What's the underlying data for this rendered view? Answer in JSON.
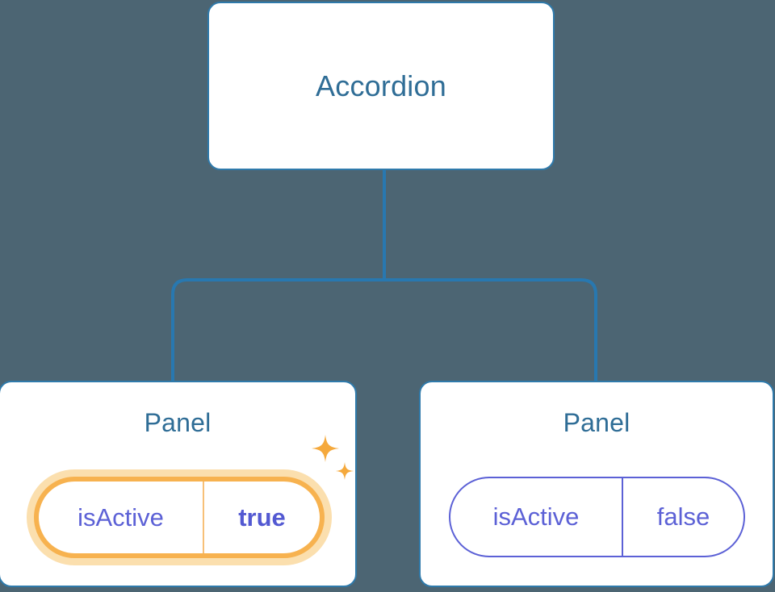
{
  "diagram": {
    "type": "component-tree",
    "background_color": "#4c6573",
    "node_border_color": "#2f7aab",
    "node_title_color": "#2f6d96",
    "connector_color": "#2878b0",
    "prop_color": "#5c61d6",
    "highlight_color": "#f7b24f",
    "highlight_glow_color": "#fbdfae",
    "sparkle_color": "#f5a93c",
    "root": {
      "title": "Accordion"
    },
    "children": [
      {
        "title": "Panel",
        "highlighted": true,
        "prop": {
          "key": "isActive",
          "value": "true"
        },
        "sparkle_large": "sparkle-icon",
        "sparkle_small": "sparkle-icon"
      },
      {
        "title": "Panel",
        "highlighted": false,
        "prop": {
          "key": "isActive",
          "value": "false"
        }
      }
    ]
  }
}
